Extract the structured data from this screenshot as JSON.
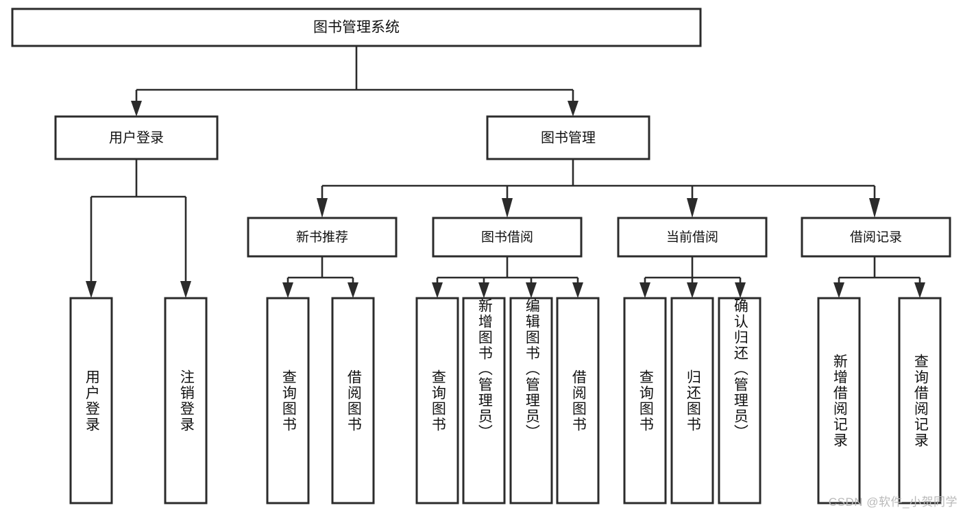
{
  "diagram": {
    "title": "图书管理系统",
    "type": "tree-hierarchy-chart",
    "root": {
      "label": "图书管理系统"
    },
    "level2": [
      {
        "label": "用户登录"
      },
      {
        "label": "图书管理"
      }
    ],
    "level3": [
      {
        "label": "新书推荐"
      },
      {
        "label": "图书借阅"
      },
      {
        "label": "当前借阅"
      },
      {
        "label": "借阅记录"
      }
    ],
    "leaves": {
      "user_login": [
        {
          "label": "用户登录"
        },
        {
          "label": "注销登录"
        }
      ],
      "new_book_recommend": [
        {
          "label": "查询图书"
        },
        {
          "label": "借阅图书"
        }
      ],
      "book_borrow": [
        {
          "label": "查询图书"
        },
        {
          "label": "新增图书（管理员）"
        },
        {
          "label": "编辑图书（管理员）"
        },
        {
          "label": "借阅图书"
        }
      ],
      "current_borrow": [
        {
          "label": "查询图书"
        },
        {
          "label": "归还图书"
        },
        {
          "label": "确认归还（管理员）"
        }
      ],
      "borrow_record": [
        {
          "label": "新增借阅记录"
        },
        {
          "label": "查询借阅记录"
        }
      ]
    }
  },
  "watermark": {
    "text": "CSDN @软件_小贺同学"
  },
  "colors": {
    "box_border": "#2b2b2b",
    "box_fill": "#ffffff",
    "connector": "#2b2b2b",
    "text": "#111111",
    "watermark": "#b9b9b9",
    "background": "#ffffff"
  }
}
